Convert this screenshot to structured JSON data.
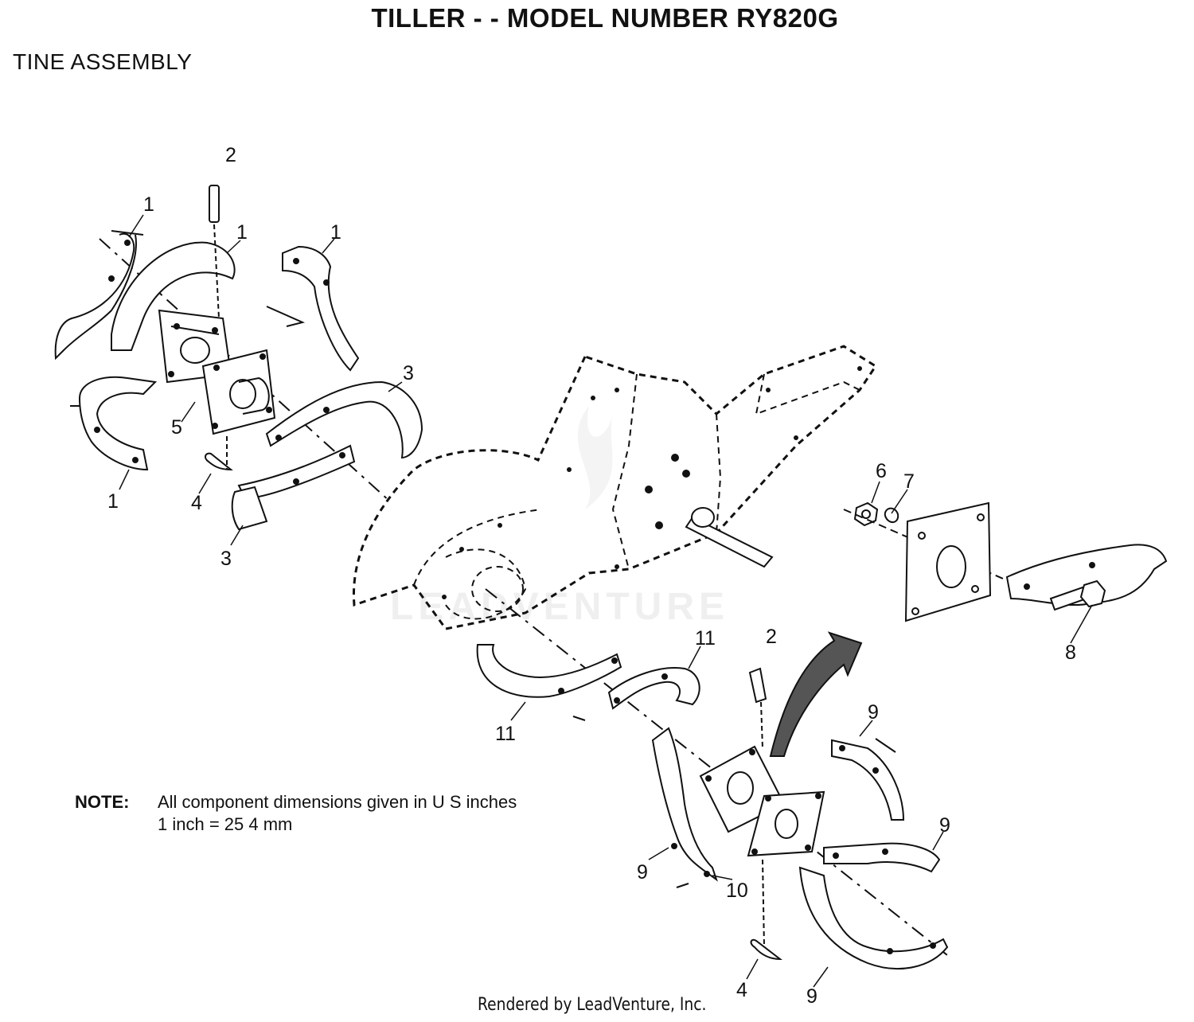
{
  "title": "TILLER - - MODEL NUMBER RY820G",
  "subtitle": "TINE ASSEMBLY",
  "note": {
    "label": "NOTE:",
    "line1": "All component dimensions given in U S  inches",
    "line2": "1 inch = 25 4 mm"
  },
  "footer": "Rendered by LeadVenture, Inc.",
  "watermark": "LEADVENTURE",
  "callouts": {
    "c1a": "1",
    "c1b": "1",
    "c1c": "1",
    "c1d": "1",
    "c2a": "2",
    "c2b": "2",
    "c3a": "3",
    "c3b": "3",
    "c4a": "4",
    "c4b": "4",
    "c5": "5",
    "c6": "6",
    "c7": "7",
    "c8": "8",
    "c9a": "9",
    "c9b": "9",
    "c9c": "9",
    "c9d": "9",
    "c10": "10",
    "c11a": "11",
    "c11b": "11"
  }
}
